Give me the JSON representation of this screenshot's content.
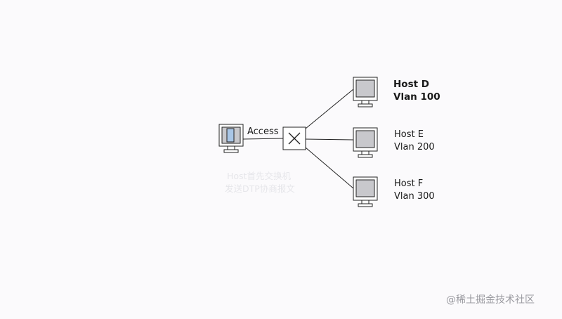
{
  "diagram": {
    "link_label": "Access",
    "switch_symbol": "switch-x-icon",
    "hosts": [
      {
        "name": "Host D",
        "vlan": "Vlan 100"
      },
      {
        "name": "Host E",
        "vlan": "Vlan 200"
      },
      {
        "name": "Host F",
        "vlan": "Vlan 300"
      }
    ],
    "faint_caption": [
      "Host首先交换机",
      "发送DTP协商报文"
    ]
  },
  "watermark": "@稀土掘金技术社区"
}
